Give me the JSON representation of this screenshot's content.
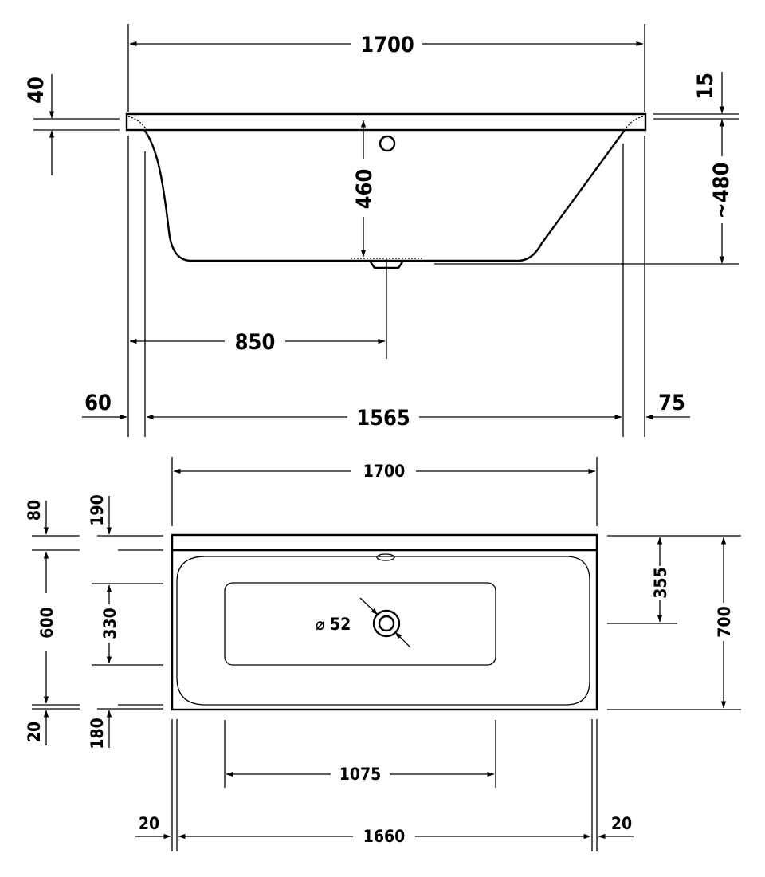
{
  "side_view": {
    "overall_length": "1700",
    "rim_thickness": "40",
    "rim_top": "15",
    "inner_depth": "460",
    "total_height": "~480",
    "drain_position": "850",
    "left_offset": "60",
    "base_length": "1565",
    "right_offset": "75"
  },
  "top_view": {
    "overall_length": "1700",
    "top_offset": "80",
    "top_to_basin": "190",
    "inner_width": "600",
    "basin_width": "330",
    "bottom_offset": "20",
    "bottom_to_basin": "180",
    "drain_diameter": "⌀ 52",
    "drain_to_edge": "355",
    "overall_width": "700",
    "basin_length": "1075",
    "left_offset": "20",
    "inner_length": "1660",
    "right_offset": "20"
  }
}
